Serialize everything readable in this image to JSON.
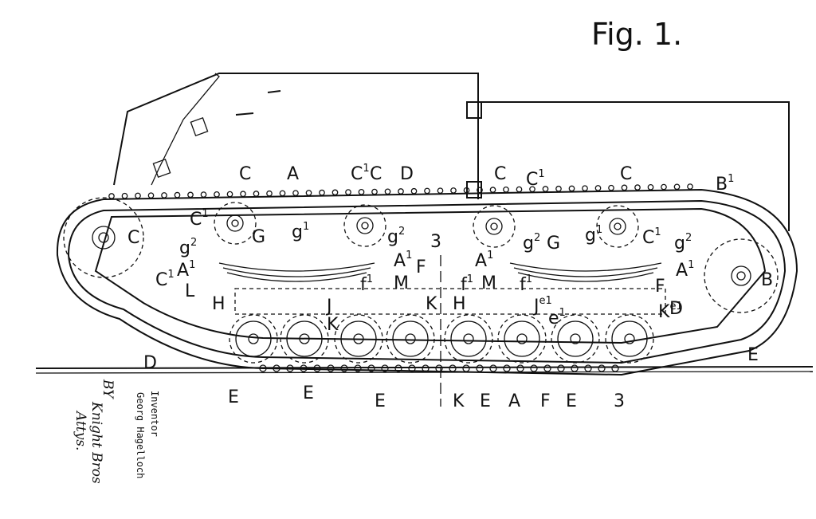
{
  "figure": {
    "title": "Fig. 1."
  },
  "labels": [
    {
      "t": "C",
      "s": ""
    },
    {
      "t": "A",
      "s": ""
    },
    {
      "t": "C",
      "s": "1"
    },
    {
      "t": "C",
      "s": ""
    },
    {
      "t": "D",
      "s": ""
    },
    {
      "t": "C",
      "s": ""
    },
    {
      "t": "C",
      "s": "1"
    },
    {
      "t": "C",
      "s": ""
    },
    {
      "t": "B",
      "s": "1"
    },
    {
      "t": "C",
      "s": ""
    },
    {
      "t": "C",
      "s": "1"
    },
    {
      "t": "g",
      "s": "1"
    },
    {
      "t": "g",
      "s": "2"
    },
    {
      "t": "G",
      "s": ""
    },
    {
      "t": "g",
      "s": "2"
    },
    {
      "t": "3",
      "s": ""
    },
    {
      "t": "g",
      "s": "2"
    },
    {
      "t": "G",
      "s": ""
    },
    {
      "t": "g",
      "s": "1"
    },
    {
      "t": "C",
      "s": "1"
    },
    {
      "t": "g",
      "s": "2"
    },
    {
      "t": "B",
      "s": ""
    },
    {
      "t": "A",
      "s": "1"
    },
    {
      "t": "C",
      "s": "1"
    },
    {
      "t": "A",
      "s": "1"
    },
    {
      "t": "F",
      "s": ""
    },
    {
      "t": "A",
      "s": "1"
    },
    {
      "t": "A",
      "s": "1"
    },
    {
      "t": "L",
      "s": ""
    },
    {
      "t": "f",
      "s": "1"
    },
    {
      "t": "M",
      "s": ""
    },
    {
      "t": "f",
      "s": "1"
    },
    {
      "t": "M",
      "s": ""
    },
    {
      "t": "f",
      "s": "1"
    },
    {
      "t": "F",
      "s": ""
    },
    {
      "t": "H",
      "s": ""
    },
    {
      "t": "J",
      "s": ""
    },
    {
      "t": "K",
      "s": ""
    },
    {
      "t": "H",
      "s": ""
    },
    {
      "t": "J",
      "s": "e1"
    },
    {
      "t": "K",
      "s": "e1"
    },
    {
      "t": "K",
      "s": ""
    },
    {
      "t": "e",
      "s": "1"
    },
    {
      "t": "D",
      "s": ""
    },
    {
      "t": "D",
      "s": ""
    },
    {
      "t": "E",
      "s": ""
    },
    {
      "t": "E",
      "s": ""
    },
    {
      "t": "E",
      "s": ""
    },
    {
      "t": "E",
      "s": ""
    },
    {
      "t": "K",
      "s": ""
    },
    {
      "t": "E",
      "s": ""
    },
    {
      "t": "A",
      "s": ""
    },
    {
      "t": "F",
      "s": ""
    },
    {
      "t": "E",
      "s": ""
    },
    {
      "t": "3",
      "s": ""
    }
  ],
  "inventor": {
    "heading": "Inventor",
    "name": "Georg Hagelloch"
  },
  "attorneys": {
    "by": "BY",
    "signature": "Knight Bros",
    "role": "Attys."
  }
}
